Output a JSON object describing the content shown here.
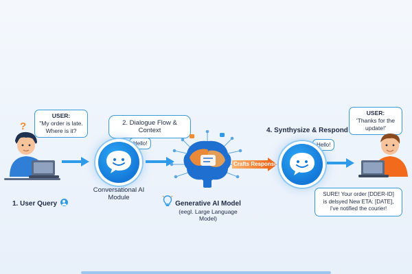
{
  "colors": {
    "primary_blue": "#1478d8",
    "arrow_blue": "#2f9be8",
    "accent_orange": "#f58a2e",
    "bubble_border": "#3a9ad9"
  },
  "left_user": {
    "bubble": {
      "speaker": "USER:",
      "line1": "\"My order is late.",
      "line2": "Where is it?"
    },
    "question_mark": "?",
    "step_label": "1. User Query"
  },
  "conversational_module": {
    "step_title": "2. Dialogue Flow & Context",
    "hello": "Hello!",
    "label_line1": "Conversational AI",
    "label_line2": "Module"
  },
  "generative_model": {
    "label_line1": "Generative AI Model",
    "label_line2": "(eegl. Large Language Model)",
    "arrow_label": "Crafts Response"
  },
  "synthesize": {
    "step_title": "4. Synthysize & Respond",
    "hello": "Hello!"
  },
  "right_user": {
    "bubble": {
      "speaker": "USER:",
      "line1": "'Thanks for the",
      "line2": "update!'"
    },
    "response": {
      "line1": "SURE! Your order [DDER-ID]",
      "line2": "is delsyed  New ETA: [DATE],",
      "line3": "I've notified the courier!"
    }
  }
}
